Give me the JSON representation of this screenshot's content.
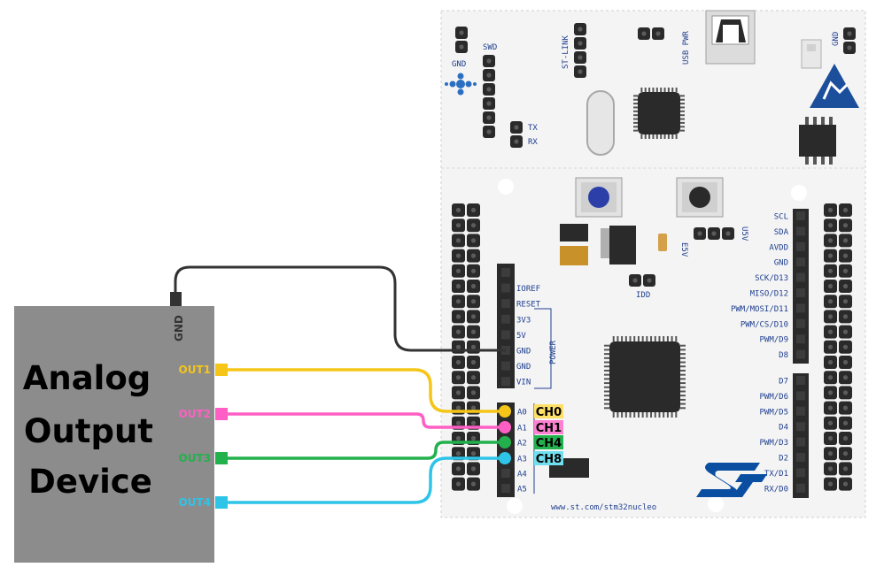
{
  "device": {
    "title_lines": [
      "Analog",
      "Output",
      "Device"
    ],
    "gnd_label": "GND",
    "outputs": [
      {
        "label": "OUT1",
        "color": "#f5c518"
      },
      {
        "label": "OUT2",
        "color": "#ff5fc4"
      },
      {
        "label": "OUT3",
        "color": "#22b14c"
      },
      {
        "label": "OUT4",
        "color": "#2ec4e8"
      }
    ]
  },
  "board": {
    "swd_label": "SWD",
    "gnd_label": "GND",
    "tx_label": "TX",
    "rx_label": "RX",
    "stlink_label": "ST-LINK",
    "usb_pwr_label": "USB PWR",
    "gnd_right_label": "GND",
    "idd_label": "IDD",
    "e5v_label": "E5V",
    "u5v_label": "U5V",
    "power_label": "POWER",
    "url": "www.st.com/stm32nucleo",
    "power_pins": [
      "IOREF",
      "RESET",
      "3V3",
      "5V",
      "GND",
      "GND",
      "VIN"
    ],
    "analog_pins": [
      "A0",
      "A1",
      "A2",
      "A3",
      "A4",
      "A5"
    ],
    "right_pins_top": [
      "SCL",
      "SDA",
      "AVDD",
      "GND",
      "SCK/D13",
      "MISO/D12",
      "PWM/MOSI/D11",
      "PWM/CS/D10",
      "PWM/D9",
      "D8"
    ],
    "right_pins_bottom": [
      "D7",
      "PWM/D6",
      "PWM/D5",
      "D4",
      "PWM/D3",
      "D2",
      "TX/D1",
      "RX/D0"
    ]
  },
  "channels": [
    {
      "label": "CH0",
      "color": "#ffe066"
    },
    {
      "label": "CH1",
      "color": "#ff7fd0"
    },
    {
      "label": "CH4",
      "color": "#22b14c"
    },
    {
      "label": "CH8",
      "color": "#6fdfef"
    }
  ],
  "colors": {
    "gnd_wire": "#333333",
    "device_body": "#8c8c8c",
    "board_bg": "#f4f4f4",
    "pin_header": "#2a2a2a",
    "board_text": "#1f3f8f",
    "st_logo": "#0a4ea2"
  }
}
